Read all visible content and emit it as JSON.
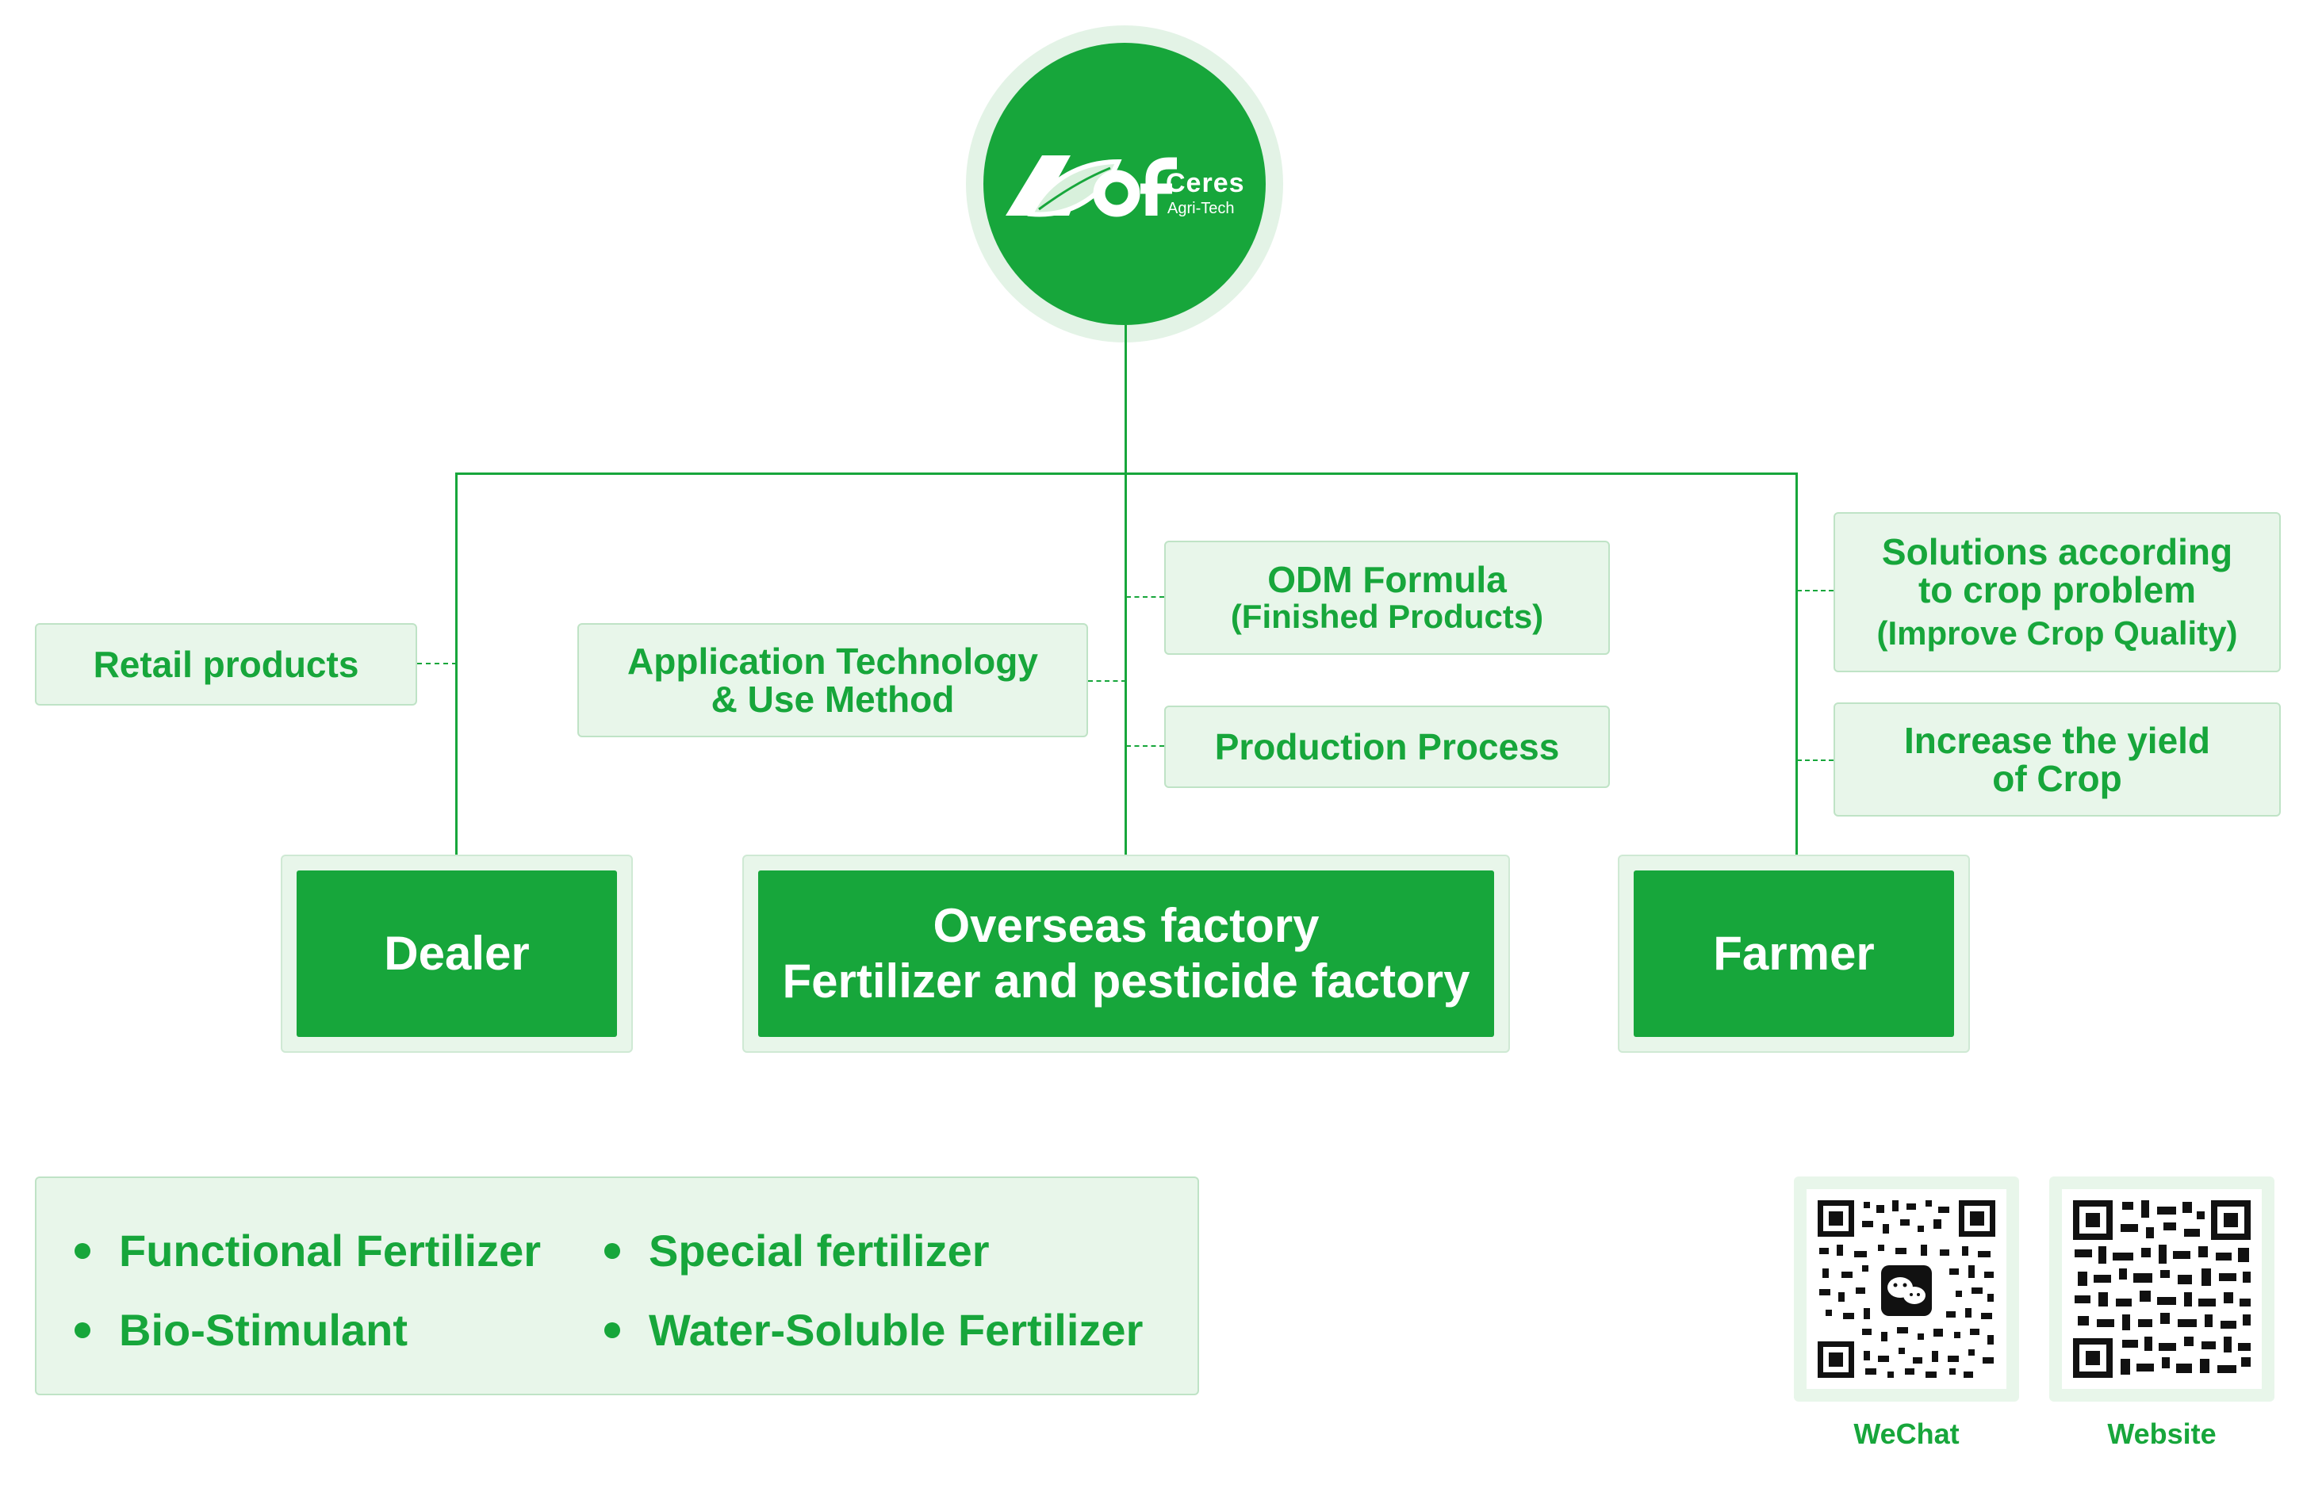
{
  "logo": {
    "mark_text": "AOF",
    "brand_name": "Ceres",
    "brand_sub": "Agri-Tech"
  },
  "nodes": {
    "dealer": "Dealer",
    "factory_line1": "Overseas factory",
    "factory_line2": "Fertilizer and pesticide factory",
    "farmer": "Farmer"
  },
  "info_boxes": {
    "retail": "Retail products",
    "app_tech_line1": "Application Technology",
    "app_tech_line2": "& Use Method",
    "odm_line1": "ODM Formula",
    "odm_line2": "(Finished Products)",
    "production": "Production Process",
    "solutions_line1": "Solutions according",
    "solutions_line2": "to crop problem",
    "solutions_line3": "(Improve Crop Quality)",
    "yield_line1": "Increase the yield",
    "yield_line2": "of Crop"
  },
  "products": [
    "Functional Fertilizer",
    "Special fertilizer",
    "Bio-Stimulant",
    "Water-Soluble Fertilizer"
  ],
  "qr_codes": [
    {
      "label": "WeChat",
      "icon": "wechat-icon"
    },
    {
      "label": "Website"
    }
  ],
  "colors": {
    "primary_green": "#17a63b",
    "light_green_bg": "#e8f6ea",
    "border_green": "#bfe3c6"
  }
}
